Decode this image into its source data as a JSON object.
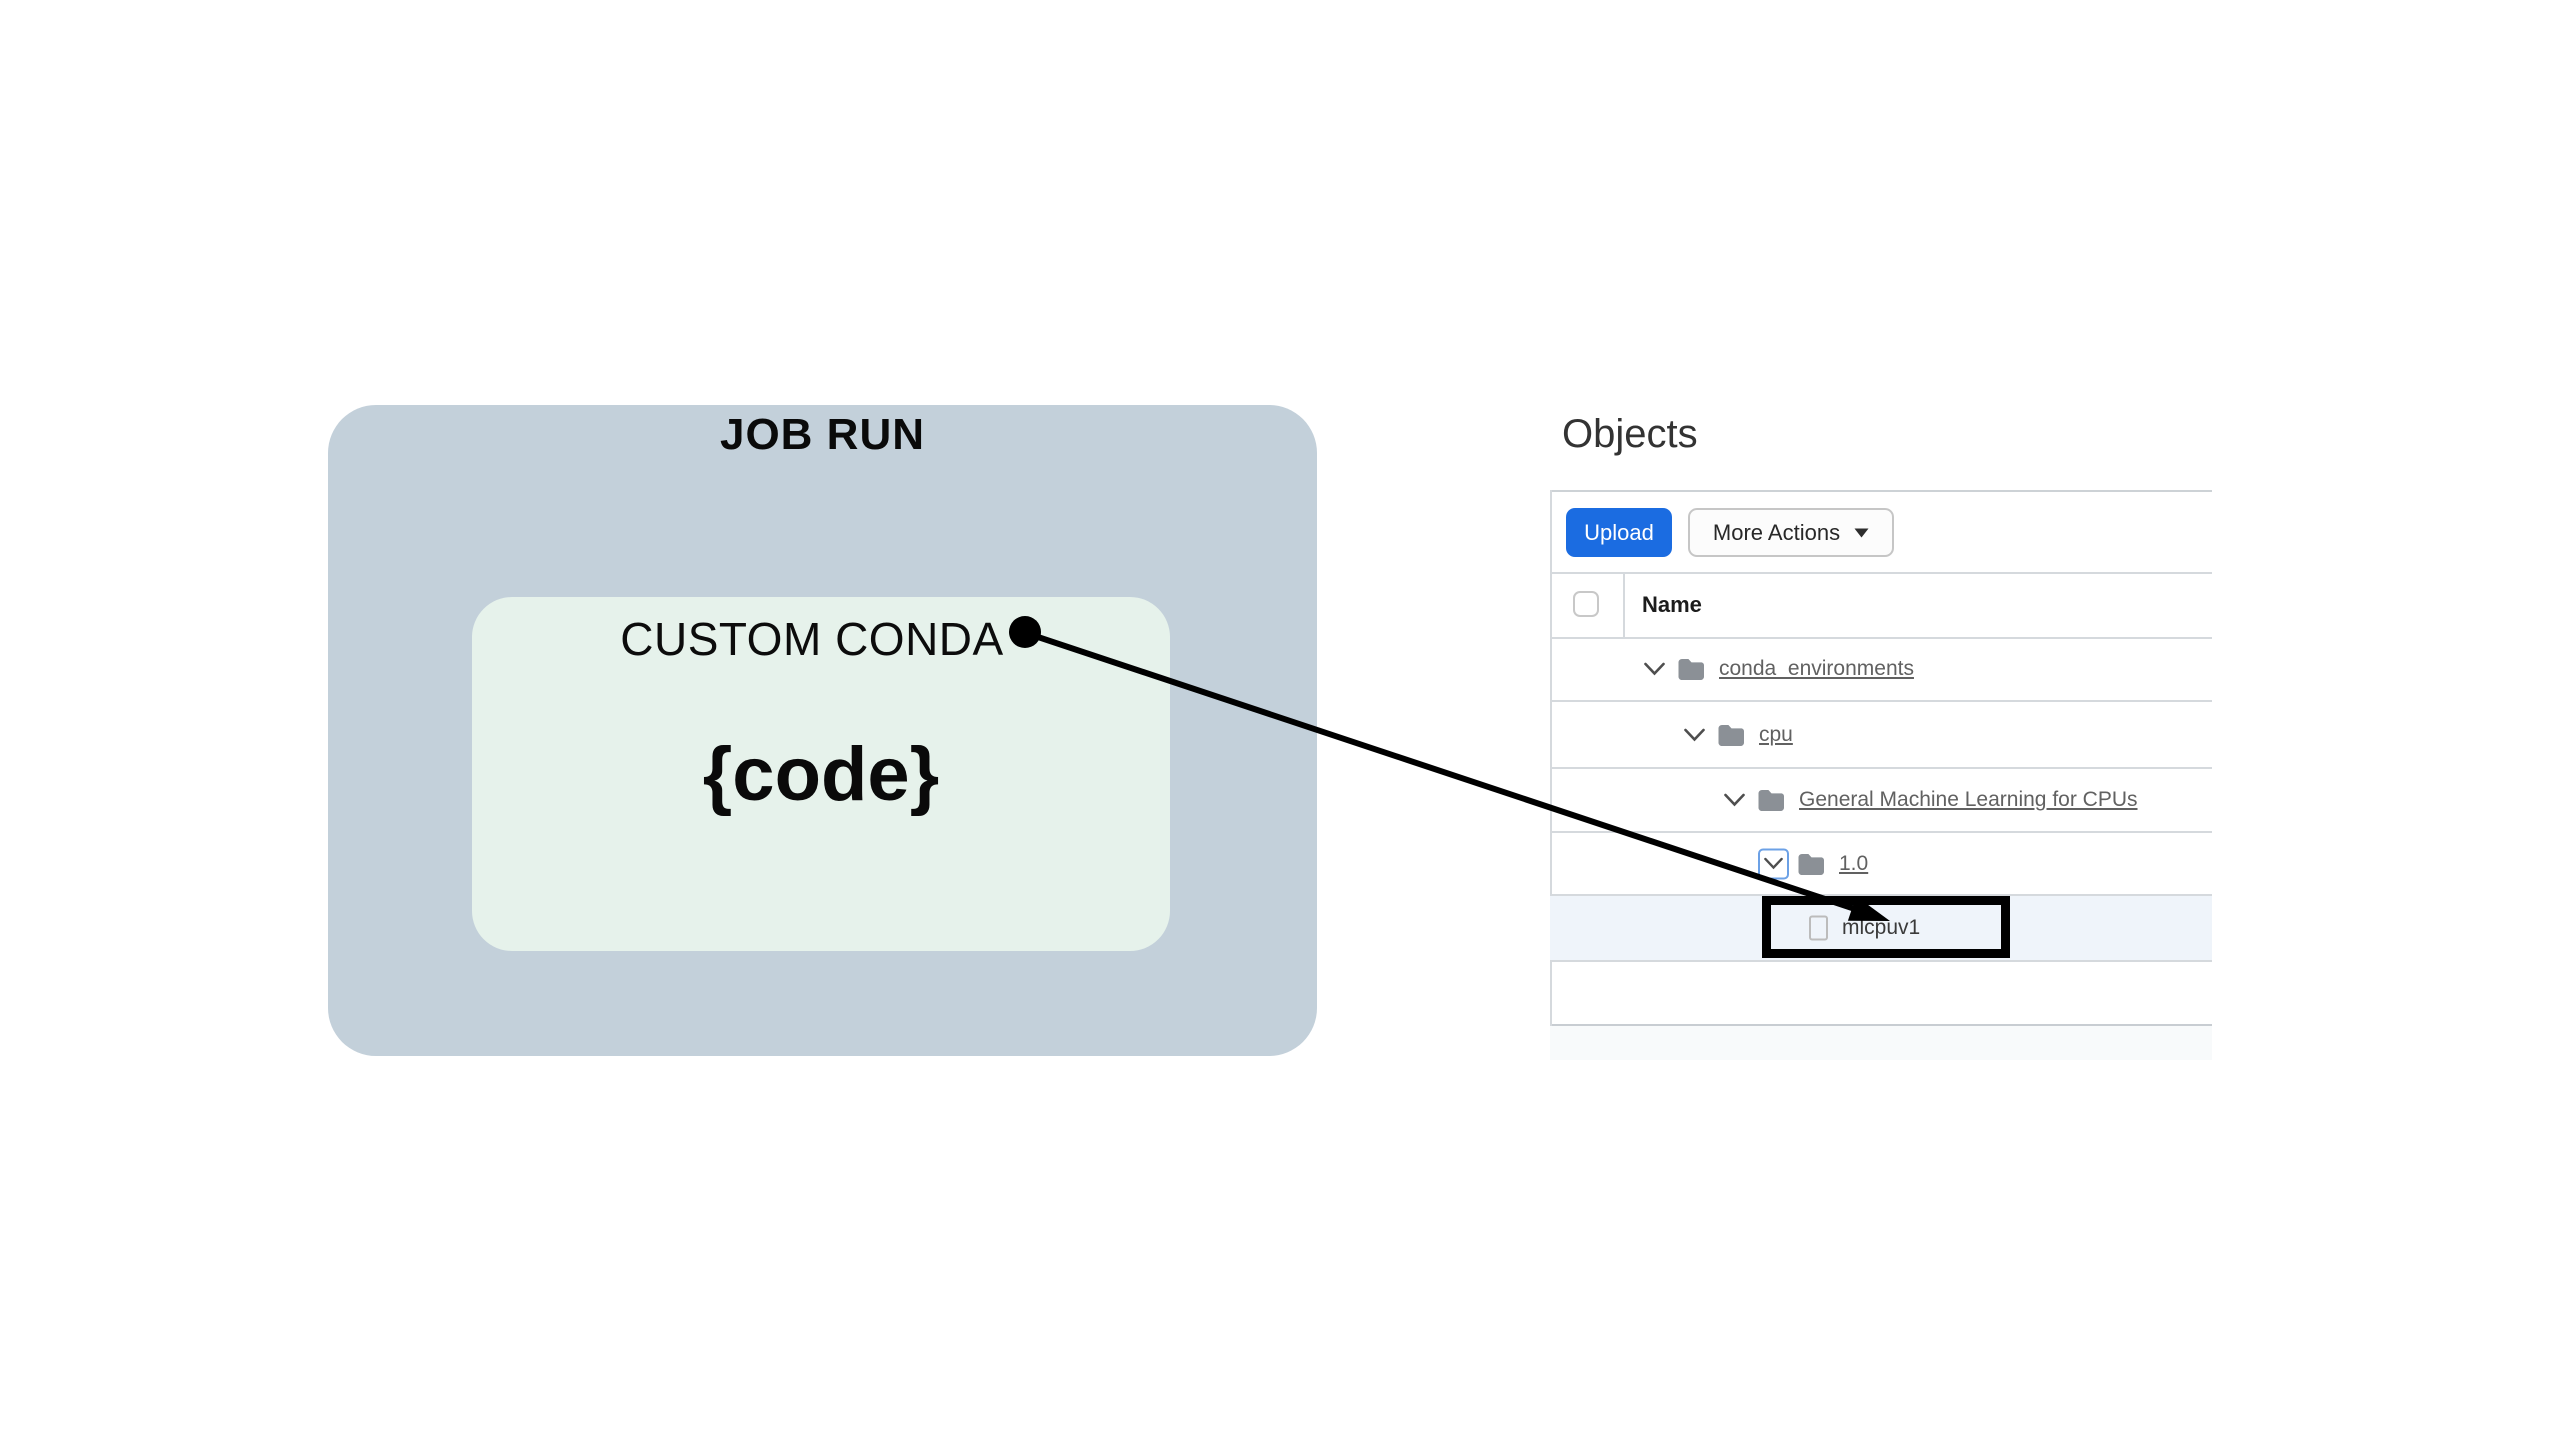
{
  "diagram": {
    "job_run_label": "JOB RUN",
    "custom_conda_label": "CUSTOM CONDA",
    "code_label": "{code}",
    "colors": {
      "outer_box": "#c3d0da",
      "inner_box": "#e6f2eb",
      "connector": "#000000"
    }
  },
  "objects_panel": {
    "title": "Objects",
    "toolbar": {
      "upload_label": "Upload",
      "more_actions_label": "More Actions"
    },
    "table": {
      "name_header": "Name",
      "rows": [
        {
          "label": "conda_environments",
          "type": "folder",
          "level": 0
        },
        {
          "label": "cpu",
          "type": "folder",
          "level": 1
        },
        {
          "label": "General Machine Learning for CPUs",
          "type": "folder",
          "level": 2
        },
        {
          "label": "1.0",
          "type": "folder",
          "level": 3,
          "chevron_focused": true
        },
        {
          "label": "mlcpuv1",
          "type": "file",
          "level": 4,
          "highlighted": true,
          "annotated": true
        }
      ]
    },
    "colors": {
      "accent_blue": "#1b6ce1",
      "row_highlight": "#eff4fa",
      "link_gray": "#616161",
      "focus_ring": "#6ca1e6",
      "divider": "#d5d9dd"
    }
  }
}
